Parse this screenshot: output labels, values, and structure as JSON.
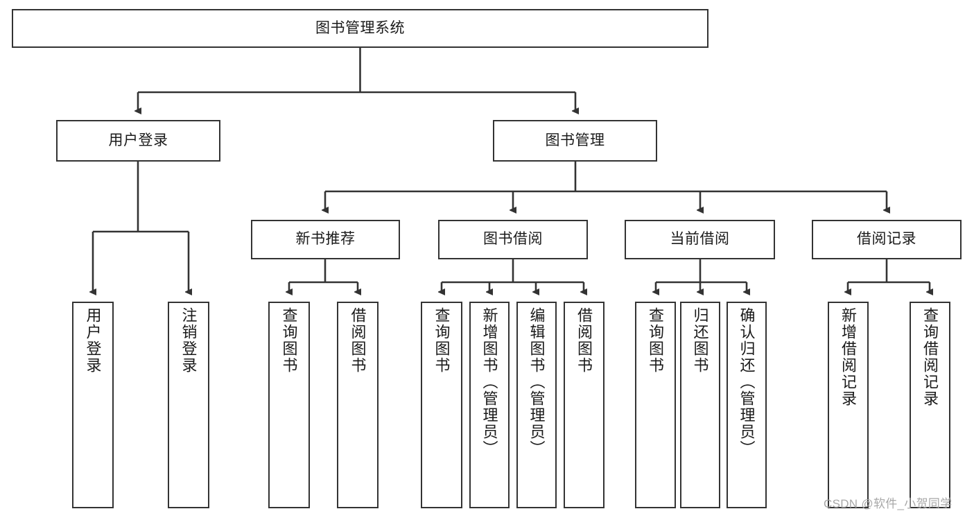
{
  "diagram": {
    "title_node": {
      "label": "图书管理系统"
    },
    "level2": [
      {
        "label": "用户登录"
      },
      {
        "label": "图书管理"
      }
    ],
    "level3": [
      {
        "label": "新书推荐"
      },
      {
        "label": "图书借阅"
      },
      {
        "label": "当前借阅"
      },
      {
        "label": "借阅记录"
      }
    ],
    "leaves": {
      "user_login": [
        {
          "label": "用户登录"
        },
        {
          "label": "注销登录"
        }
      ],
      "new_book": [
        {
          "label": "查询图书"
        },
        {
          "label": "借阅图书"
        }
      ],
      "book_borrow": [
        {
          "label": "查询图书"
        },
        {
          "label": "新增图书（管理员）"
        },
        {
          "label": "编辑图书（管理员）"
        },
        {
          "label": "借阅图书"
        }
      ],
      "current_borrow": [
        {
          "label": "查询图书"
        },
        {
          "label": "归还图书"
        },
        {
          "label": "确认归还（管理员）"
        }
      ],
      "borrow_record": [
        {
          "label": "新增借阅记录"
        },
        {
          "label": "查询借阅记录"
        }
      ]
    }
  },
  "watermark": {
    "text": "CSDN @软件_小贺同学"
  },
  "colors": {
    "stroke": "#333333",
    "fill": "#ffffff",
    "text": "#1a1a1a",
    "watermark": "#a8a8a8"
  }
}
